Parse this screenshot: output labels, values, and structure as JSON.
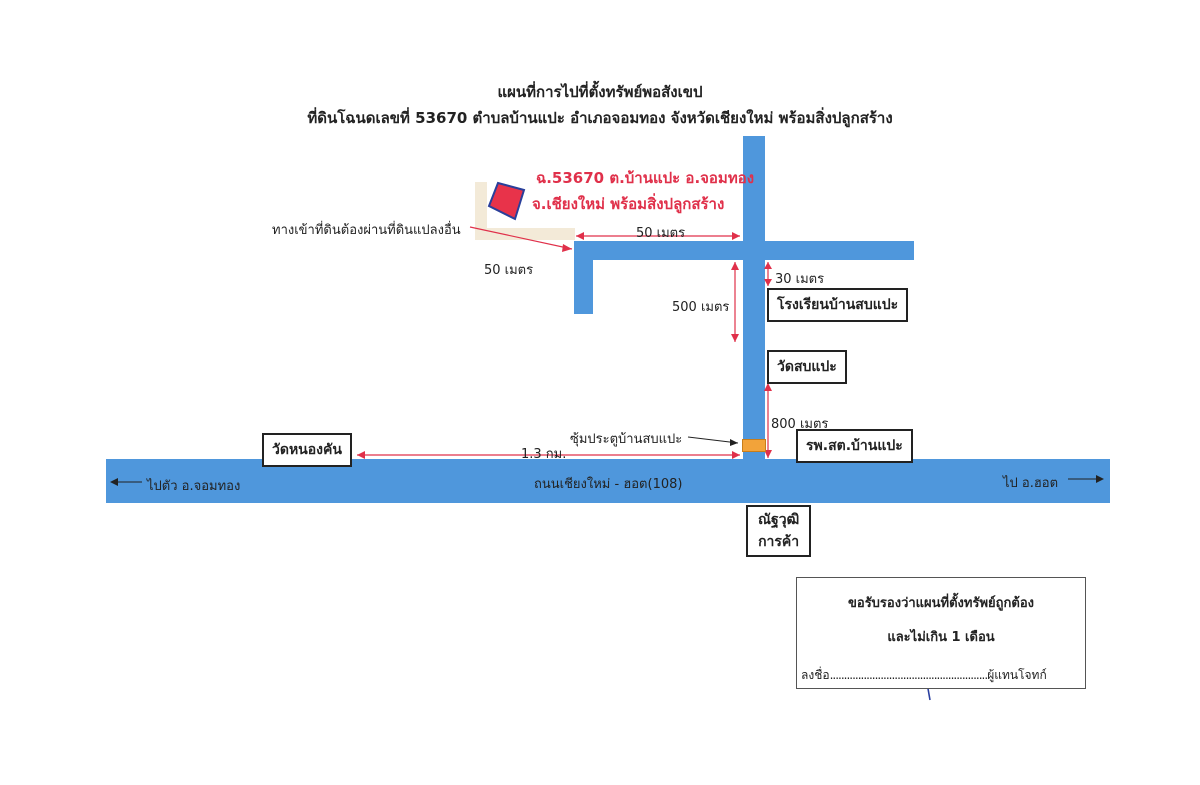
{
  "title_line1": "แผนที่การไปที่ตั้งทรัพย์พอสังเขป",
  "title_line2": "ที่ดินโฉนดเลขที่ 53670 ตำบลบ้านแปะ อำเภอจอมทอง จังหวัดเชียงใหม่ พร้อมสิ่งปลูกสร้าง",
  "property_label_line1": "ฉ.53670 ต.บ้านแปะ อ.จอมทอง",
  "property_label_line2": "จ.เชียงใหม่ พร้อมสิ่งปลูกสร้าง",
  "access_note": "ทางเข้าที่ดินต้องผ่านที่ดินแปลงอื่น",
  "distances": {
    "top_50m": "50 เมตร",
    "left_50m": "50 เมตร",
    "d_30m": "30 เมตร",
    "d_500m": "500 เมตร",
    "d_800m": "800 เมตร",
    "d_1_3km": "1.3 กม."
  },
  "landmarks": {
    "school": "โรงเรียนบ้านสบแปะ",
    "temple_sobpae": "วัดสบแปะ",
    "hospital": "รพ.สต.บ้านแปะ",
    "temple_nongkhan": "วัดหนองคัน",
    "shop_line1": "ณัฐวุฒิ",
    "shop_line2": "การค้า"
  },
  "gate_label": "ซุ้มประตูบ้านสบแปะ",
  "main_road": "ถนนเชียงใหม่ - ฮอต(108)",
  "to_left": "ไปตัว อ.จอมทอง",
  "to_right": "ไป อ.ฮอต",
  "certification": {
    "line1": "ขอรับรองว่าแผนที่ตั้งทรัพย์ถูกต้อง",
    "line2": "และไม่เกิน 1 เดือน",
    "sign_label": "ลงชื่อ",
    "dots": "........................................................",
    "role": "ผู้แทนโจทก์"
  },
  "colors": {
    "road": "#4f97dc",
    "property": "#e8334a",
    "arrow": "#e0304a",
    "gate": "#f2a33a"
  }
}
